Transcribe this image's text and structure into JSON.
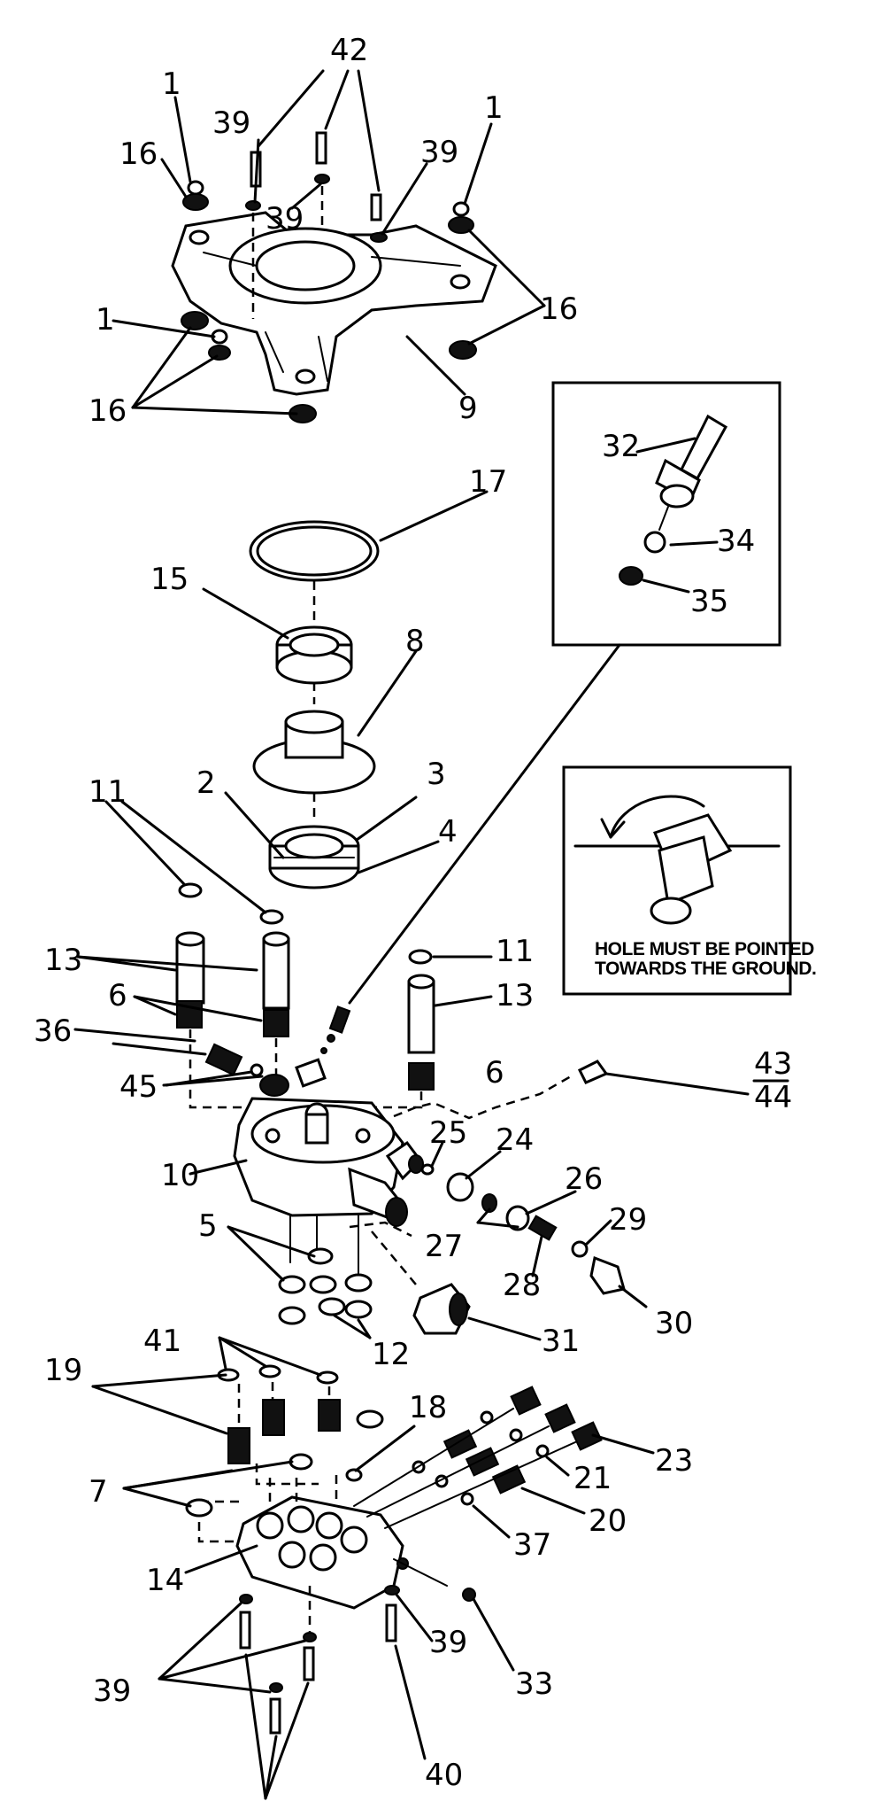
{
  "labels": {
    "p42": "42",
    "p1": "1",
    "p39": "39",
    "p16": "16",
    "p9": "9",
    "p32": "32",
    "p34": "34",
    "p35": "35",
    "p17": "17",
    "p15": "15",
    "p8": "8",
    "p2": "2",
    "p3": "3",
    "p4": "4",
    "p11": "11",
    "p13": "13",
    "p6": "6",
    "p36": "36",
    "p45": "45",
    "p43": "43",
    "p44": "44",
    "p25": "25",
    "p24": "24",
    "p26": "26",
    "p10": "10",
    "p27": "27",
    "p29": "29",
    "p28": "28",
    "p5": "5",
    "p30": "30",
    "p31": "31",
    "p12": "12",
    "p41": "41",
    "p19": "19",
    "p18": "18",
    "p23": "23",
    "p21": "21",
    "p7": "7",
    "p37": "37",
    "p20": "20",
    "p14": "14",
    "p33": "33",
    "p40": "40"
  },
  "note": {
    "line1": "HOLE MUST BE POINTED",
    "line2": "TOWARDS THE GROUND."
  },
  "icons": [
    "pump-manifold-drawing",
    "hose-fitting-drawing",
    "exploded-assembly-drawing"
  ]
}
